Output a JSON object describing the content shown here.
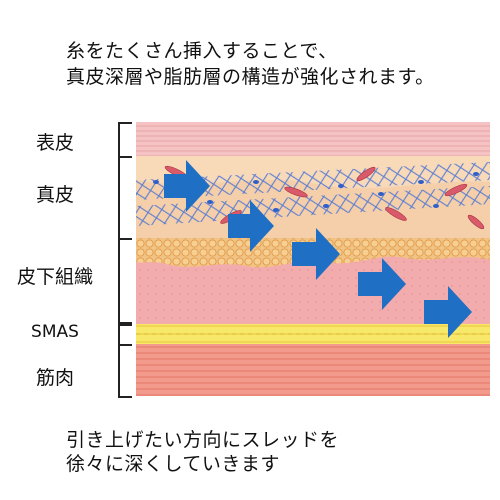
{
  "caption_top": {
    "line1": "糸をたくさん挿入することで、",
    "line2": "真皮深層や脂肪層の構造が強化されます。"
  },
  "layers": {
    "epidermis": "表皮",
    "dermis": "真皮",
    "subcutaneous": "皮下組織",
    "smas": "SMAS",
    "muscle": "筋肉"
  },
  "caption_bottom": {
    "line1": "引き上げたい方向にスレッドを",
    "line2": "徐々に深くしていきます"
  },
  "colors": {
    "epidermis": "#f6c3c4",
    "dermis": "#f8d9b8",
    "fat": "#f3c889",
    "subcutaneous": "#f4b0b1",
    "smas": "#f7e86a",
    "muscle": "#f29b8c",
    "arrow": "#1f6fc4",
    "mesh": "#4a74d6"
  },
  "icons": {
    "arrow": "right-arrow-icon"
  }
}
